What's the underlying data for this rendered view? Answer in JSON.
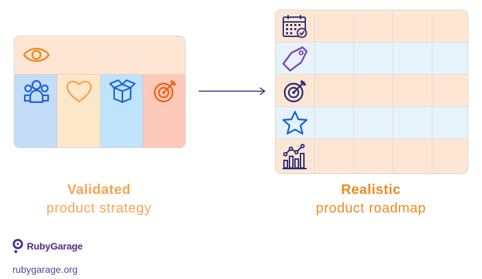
{
  "strategy_card": {
    "top_icon": "eye-icon",
    "columns": [
      {
        "icon": "users-icon",
        "color": "#c4dcf7"
      },
      {
        "icon": "heart-icon",
        "color": "#fde7c9"
      },
      {
        "icon": "box-icon",
        "color": "#bfe3fb"
      },
      {
        "icon": "target-icon",
        "color": "#fdc9b8"
      }
    ],
    "caption_bold": "Validated",
    "caption_light": "product strategy"
  },
  "roadmap": {
    "rows": [
      {
        "icon": "calendar-icon",
        "tint": "peach"
      },
      {
        "icon": "tag-icon",
        "tint": "blue"
      },
      {
        "icon": "target-icon",
        "tint": "peach"
      },
      {
        "icon": "star-icon",
        "tint": "blue"
      },
      {
        "icon": "chart-icon",
        "tint": "peach"
      }
    ],
    "caption_bold": "Realistic",
    "caption_light": "product roadmap"
  },
  "brand": {
    "name": "RubyGarage",
    "url": "rubygarage.org"
  },
  "colors": {
    "orange": "#f08a1c",
    "light_orange": "#f6a552",
    "purple": "#5a3ea8",
    "blue_icon": "#1a5fd6"
  }
}
